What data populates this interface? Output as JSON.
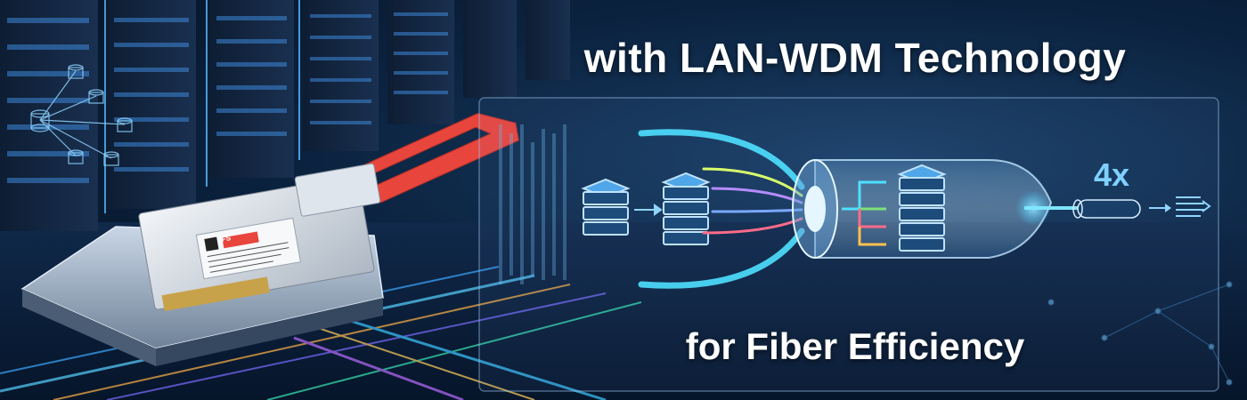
{
  "headline": "with LAN-WDM Technology",
  "subline": "for Fiber Efficiency",
  "multiplier_label": "4x",
  "brand_logo_text": "FS",
  "colors": {
    "background": "#0b2340",
    "accent_cyan": "#35c8ff",
    "pull_tab_red": "#e8453c",
    "text": "#ffffff"
  }
}
